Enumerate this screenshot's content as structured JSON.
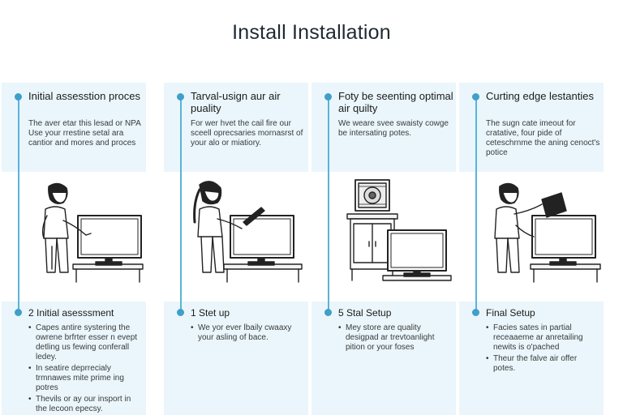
{
  "title": "Install Installation",
  "columns": [
    {
      "heading": "Initial assesstion proces",
      "description": "The aver etar this lesad or NPA Use your rrestine setal ara cantior and mores and proces",
      "step_title": "2 Initial asesssment",
      "bullets": [
        "Capes antire systering the owrene brfrter esser n evept detling us fewing conferall ledey.",
        "In seatire deprrecialy trmnawes mite prime ing potres",
        "Thevils or ay our insport in the lecoon epecsy."
      ],
      "illustration": "technician-monitor"
    },
    {
      "heading": "Tarval-usign aur air puality",
      "description": "For wer hvet the cail fire our sceell oprecsaries mornasrst of your alo or miatiory.",
      "step_title": "1 Stet up",
      "bullets": [
        "We yor ever lbaily cwaaxy your asling of bace."
      ],
      "illustration": "woman-tablet-monitor"
    },
    {
      "heading": "Foty be seenting optimal air quilty",
      "description": "We weare svee swaisty cowge be intersating potes.",
      "step_title": "5 Stal Setup",
      "bullets": [
        "Mey store are quality desigpad ar trevtoanlight pition or your foses"
      ],
      "illustration": "air-purifier-cabinet"
    },
    {
      "heading": "Curting edge lestanties",
      "description": "The sugn cate imeout for cratative, four pide of ceteschrnme the aning cenoct's potice",
      "step_title": "Final Setup",
      "bullets": [
        "Facies sates in partial receaaeme ar anretailing newits is o'pached",
        "Theur the falve air offer potes."
      ],
      "illustration": "technician-panel-monitor"
    }
  ],
  "colors": {
    "band": "#eaf6fb",
    "rail": "#5ab4d6",
    "dot": "#3f9fc9",
    "ink": "#1b1b1b"
  }
}
